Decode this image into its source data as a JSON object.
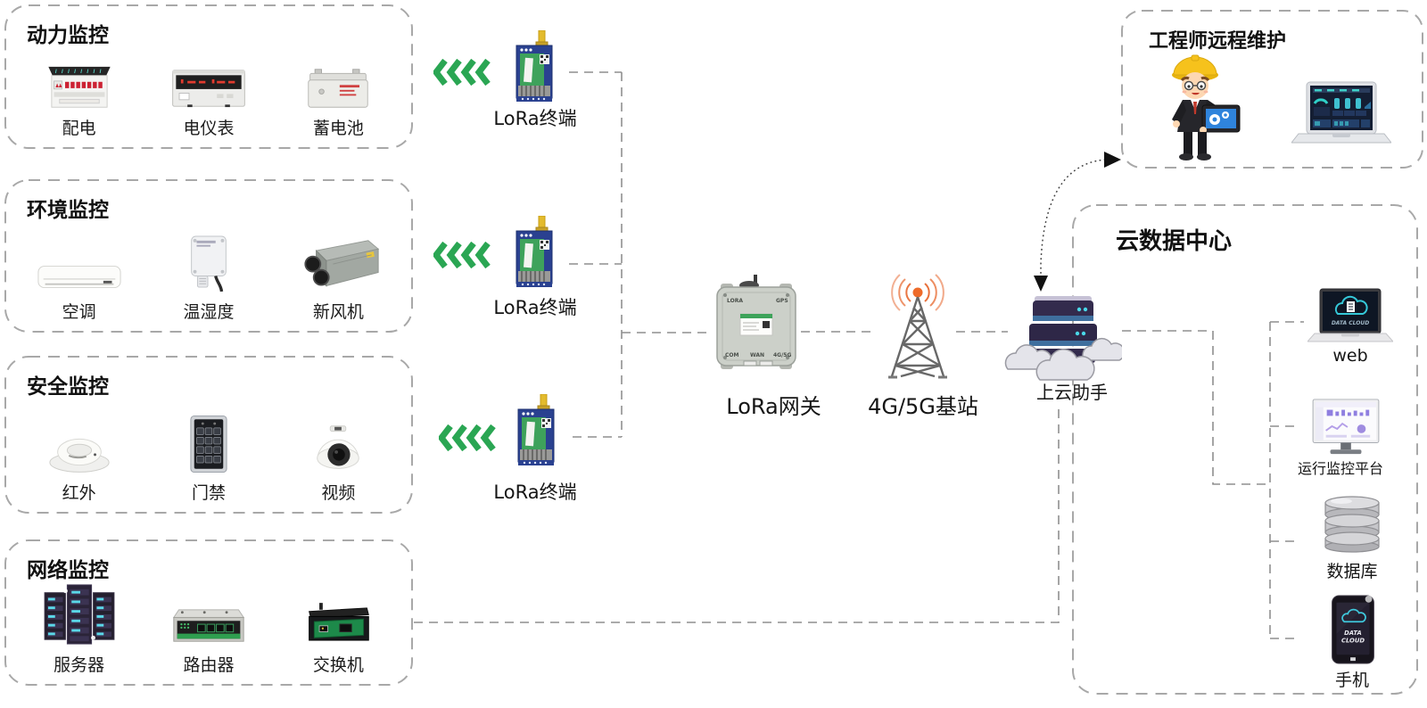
{
  "colors": {
    "accent_green": "#2aa653",
    "line_gray": "#8f8f8f",
    "box_dash": "#a8a8a8",
    "text": "#1e1e1e"
  },
  "monitor_groups": [
    {
      "title": "动力监控",
      "items": [
        {
          "label": "配电"
        },
        {
          "label": "电仪表"
        },
        {
          "label": "蓄电池"
        }
      ]
    },
    {
      "title": "环境监控",
      "items": [
        {
          "label": "空调"
        },
        {
          "label": "温湿度"
        },
        {
          "label": "新风机"
        }
      ]
    },
    {
      "title": "安全监控",
      "items": [
        {
          "label": "红外"
        },
        {
          "label": "门禁"
        },
        {
          "label": "视频"
        }
      ]
    },
    {
      "title": "网络监控",
      "items": [
        {
          "label": "服务器"
        },
        {
          "label": "路由器"
        },
        {
          "label": "交换机"
        }
      ]
    }
  ],
  "lora_terminals": [
    {
      "label": "LoRa终端"
    },
    {
      "label": "LoRa终端"
    },
    {
      "label": "LoRa终端"
    }
  ],
  "gateway": {
    "label": "LoRa网关",
    "panel_labels": [
      "LORA",
      "GPS",
      "COM",
      "WAN",
      "4G/5G"
    ]
  },
  "base_station": {
    "label": "4G/5G基站"
  },
  "cloud_assistant": {
    "label": "上云助手"
  },
  "engineer": {
    "title": "工程师远程维护"
  },
  "cloud_center": {
    "title": "云数据中心",
    "items": [
      {
        "label": "web"
      },
      {
        "label": "运行监控平台"
      },
      {
        "label": "数据库"
      },
      {
        "label": "手机"
      }
    ]
  },
  "screen_text": {
    "web_laptop": "DATA CLOUD",
    "phone_line1": "DATA",
    "phone_line2": "CLOUD"
  }
}
